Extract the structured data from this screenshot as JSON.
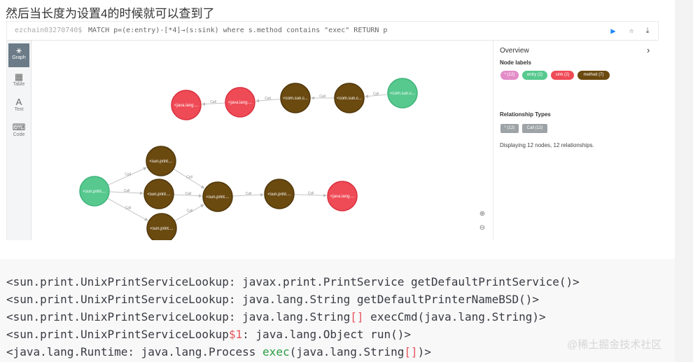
{
  "heading": "然后当长度为设置4的时候就可以查到了",
  "query": {
    "prompt": "ezchain03270740$",
    "command": "MATCH p=(e:entry)-[*4]→(s:sink) where s.method contains \"exec\" RETURN p"
  },
  "nav": [
    {
      "icon": "graph-icon",
      "label": "Graph"
    },
    {
      "icon": "table-icon",
      "label": "Table"
    },
    {
      "icon": "text-icon",
      "label": "Text"
    },
    {
      "icon": "code-icon",
      "label": "Code"
    }
  ],
  "overview": {
    "title": "Overview",
    "node_labels_title": "Node labels",
    "node_labels": [
      "* (12)",
      "entry (2)",
      "sink (2)",
      "method (7)"
    ],
    "rel_types_title": "Relationship Types",
    "rel_types": [
      "* (12)",
      "Call (12)"
    ],
    "status": "Displaying 12 nodes, 12 relationships."
  },
  "colors": {
    "entry": "#57c98f",
    "sink": "#ef4b57",
    "method": "#6b4a10",
    "all": "#e38dc8",
    "rel": "#9da3a6",
    "accent": "#1c84ff"
  },
  "graph": {
    "edge_label": "Call",
    "nodes": {
      "a1": "<sun.print....",
      "a2": "<sun.print....",
      "a3": "<sun.print....",
      "e1": "<sun.print....",
      "m1": "<sun.print....",
      "m2": "<sun.print....",
      "s1": "<java.lang....",
      "t1": "<java.lang....",
      "t2": "<java.lang....",
      "t3": "<com.sun.c...",
      "t4": "<com.sun.c...",
      "t5": "<com.sun.s..."
    }
  },
  "code": [
    "<sun.print.UnixPrintServiceLookup: javax.print.PrintService getDefaultPrintService()>",
    "<sun.print.UnixPrintServiceLookup: java.lang.String getDefaultPrinterNameBSD()>",
    "<sun.print.UnixPrintServiceLookup: java.lang.String[] execCmd(java.lang.String)>",
    "<sun.print.UnixPrintServiceLookup$1: java.lang.Object run()>",
    "<java.lang.Runtime: java.lang.Process exec(java.lang.String[])>"
  ],
  "watermark": "@稀土掘金技术社区"
}
